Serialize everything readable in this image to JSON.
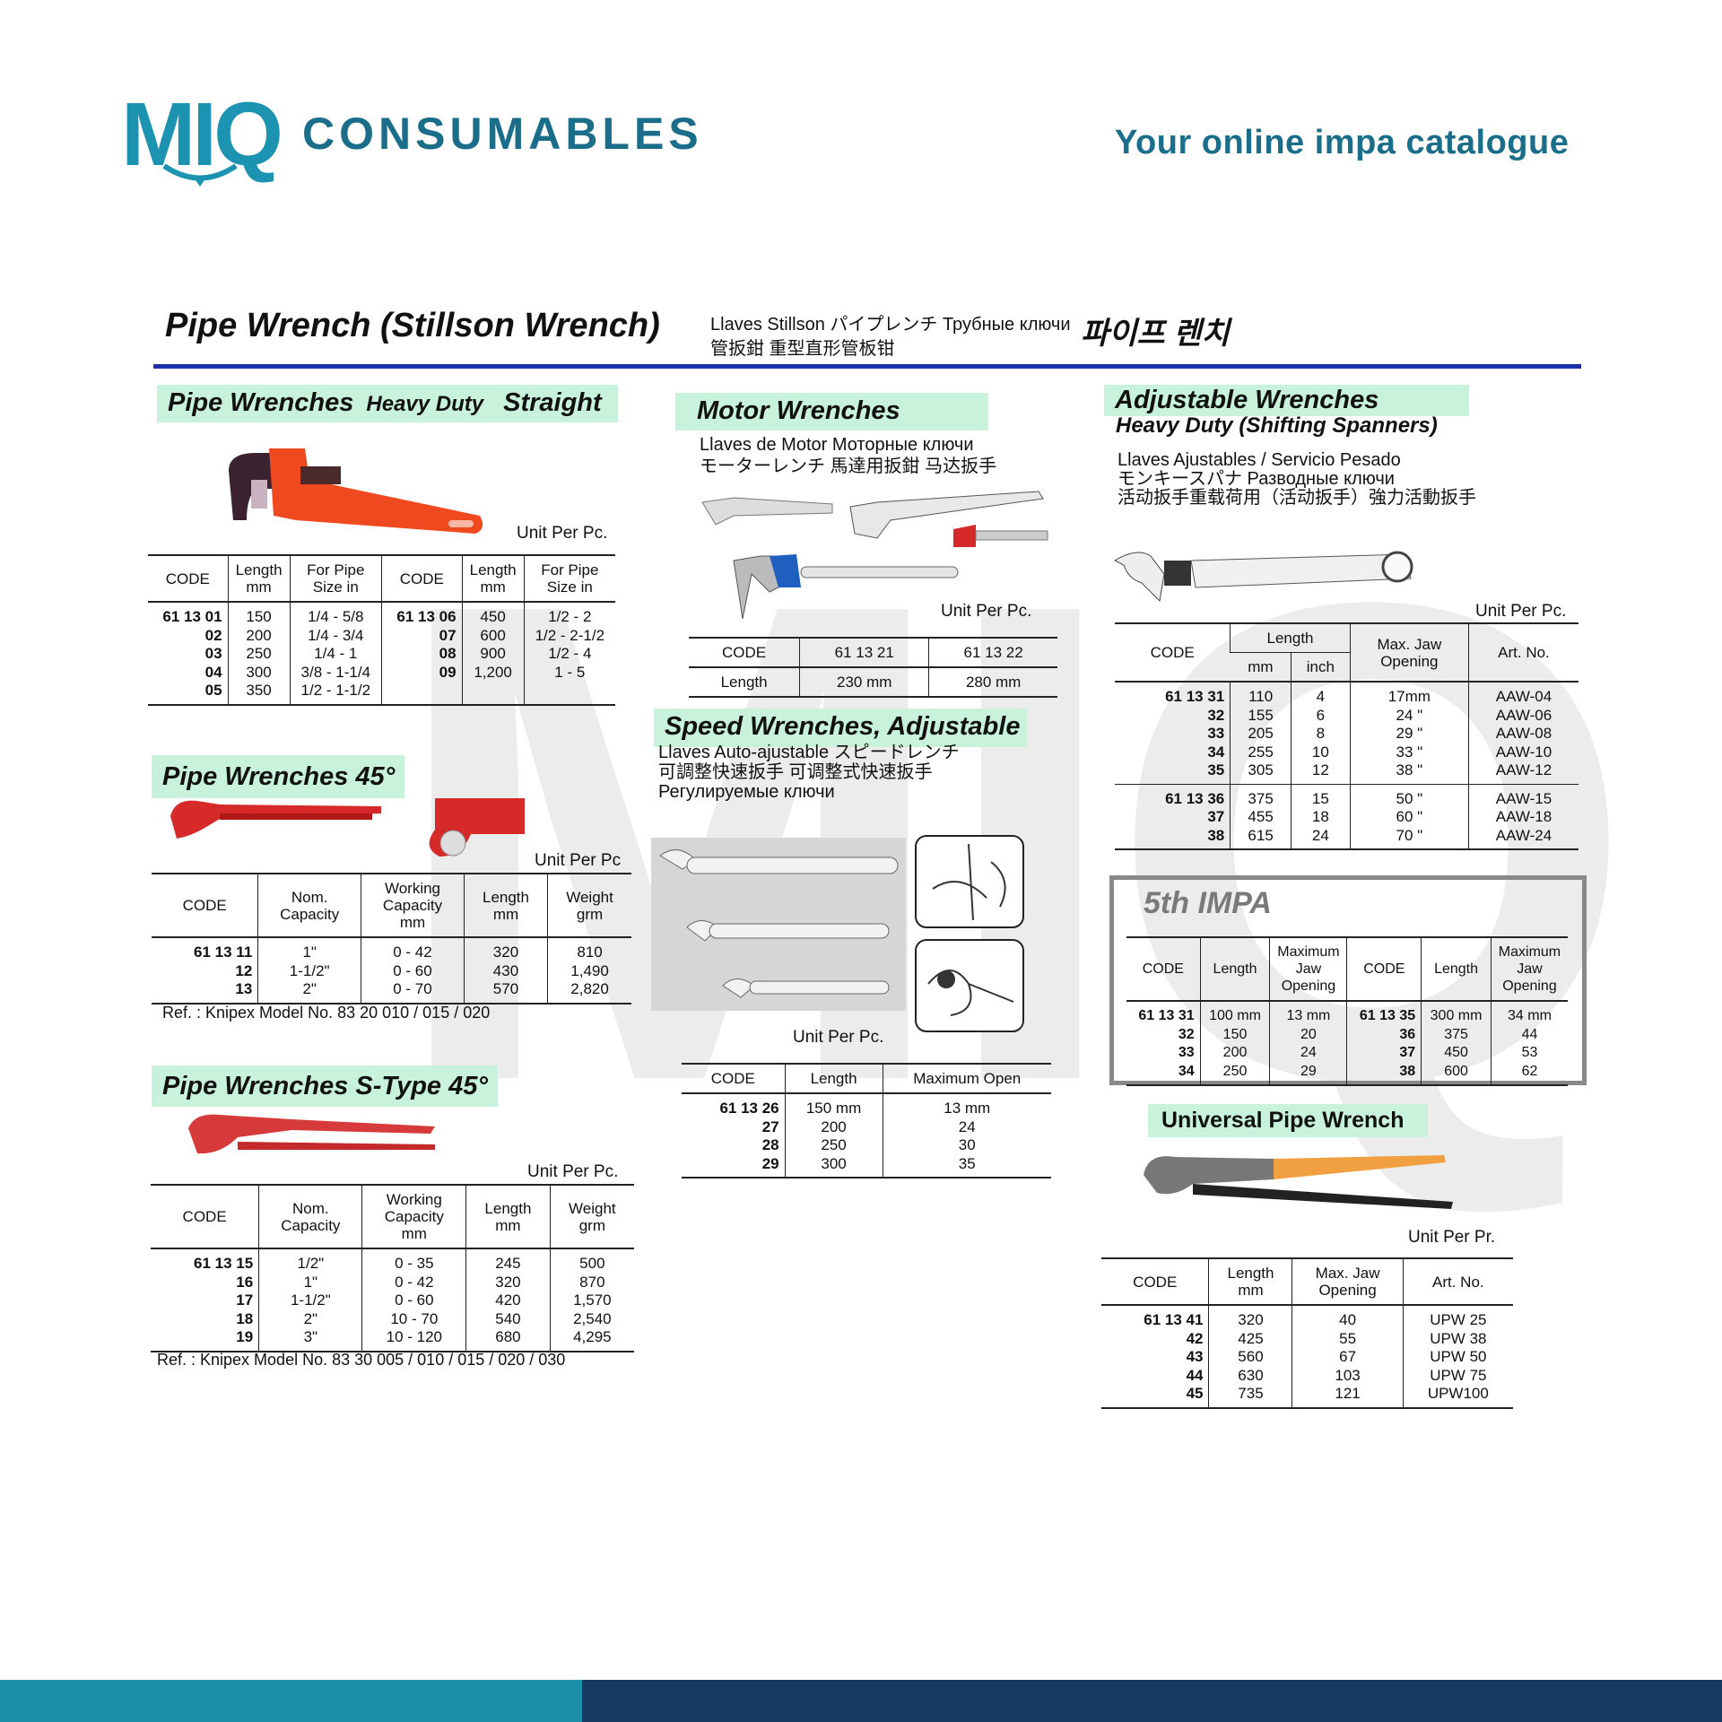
{
  "header": {
    "logo_mark": "MIQ",
    "logo_text": "CONSUMABLES",
    "tagline": "Your online impa catalogue"
  },
  "page": {
    "title": "Pipe Wrench (Stillson Wrench)",
    "translations_line1": "Llaves Stillson  パイプレンチ  Трубные ключи",
    "translations_line2": "管扳鉗  重型直形管板钳",
    "korean": "파이프 렌치"
  },
  "colors": {
    "accent_rule": "#1b2fa8",
    "section_bar": "#c9f2dc",
    "brand_teal": "#1c93b0",
    "footer_navy": "#173a63"
  },
  "sections": {
    "heavy_duty": {
      "title": "Pipe Wrenches",
      "title_sub": "Heavy Duty",
      "title_sub2": "Straight",
      "unit": "Unit Per Pc.",
      "table": {
        "headers": [
          "CODE",
          "Length\nmm",
          "For Pipe\nSize in",
          "CODE",
          "Length\nmm",
          "For Pipe\nSize in"
        ],
        "code_cols": [
          0,
          3
        ],
        "body": [
          [
            [
              "61 13 01",
              "02",
              "03",
              "04",
              "05"
            ],
            [
              "150",
              "200",
              "250",
              "300",
              "350"
            ],
            [
              "1/4 - 5/8",
              "1/4 - 3/4",
              "1/4 - 1",
              "3/8 - 1-1/4",
              "1/2 - 1-1/2"
            ],
            [
              "61 13 06",
              "07",
              "08",
              "09"
            ],
            [
              "450",
              "600",
              "900",
              "1,200"
            ],
            [
              "1/2 - 2",
              "1/2 - 2-1/2",
              "1/2 - 4",
              "1  - 5"
            ]
          ]
        ]
      }
    },
    "wrench_45": {
      "title": "Pipe Wrenches 45°",
      "unit": "Unit Per Pc",
      "ref": "Ref. : Knipex Model No. 83 20 010 / 015 / 020",
      "table": {
        "headers": [
          "CODE",
          "Nom.\nCapacity",
          "Working\nCapacity\nmm",
          "Length\nmm",
          "Weight\ngrm"
        ],
        "code_cols": [
          0
        ],
        "body": [
          [
            [
              "61 13 11",
              "12",
              "13"
            ],
            [
              "1\"",
              "1-1/2\"",
              "2\""
            ],
            [
              "0 - 42",
              "0 - 60",
              "0 - 70"
            ],
            [
              "320",
              "430",
              "570"
            ],
            [
              "810",
              "1,490",
              "2,820"
            ]
          ]
        ]
      }
    },
    "s_type": {
      "title": "Pipe Wrenches S-Type 45°",
      "unit": "Unit Per Pc.",
      "ref": "Ref. : Knipex Model No. 83 30 005 / 010 / 015 / 020 / 030",
      "table": {
        "headers": [
          "CODE",
          "Nom.\nCapacity",
          "Working\nCapacity\nmm",
          "Length\nmm",
          "Weight\ngrm"
        ],
        "code_cols": [
          0
        ],
        "body": [
          [
            [
              "61 13 15",
              "16",
              "17",
              "18",
              "19"
            ],
            [
              "1/2\"",
              "1\"",
              "1-1/2\"",
              "2\"",
              "3\""
            ],
            [
              "0  -  35",
              "0  -  42",
              "0  -  60",
              "10  -  70",
              "10  - 120"
            ],
            [
              "245",
              "320",
              "420",
              "540",
              "680"
            ],
            [
              "500",
              "870",
              "1,570",
              "2,540",
              "4,295"
            ]
          ]
        ]
      }
    },
    "motor": {
      "title": "Motor Wrenches",
      "line1": "Llaves de Motor  Моторные ключи",
      "line2": "モーターレンチ  馬達用扳鉗   马达扳手",
      "unit": "Unit Per Pc.",
      "table": {
        "headers": [
          "CODE",
          "61 13 21",
          "61 13 22"
        ],
        "code_cols": [],
        "body": [
          [
            [
              "Length"
            ],
            [
              "230 mm"
            ],
            [
              "280 mm"
            ]
          ]
        ]
      }
    },
    "speed": {
      "title": "Speed Wrenches, Adjustable",
      "line1": "Llaves Auto-ajustable  スピードレンチ",
      "line2": "可調整快速扳手  可调整式快速扳手",
      "line3": "Регулируемые ключи",
      "unit": "Unit Per Pc.",
      "table": {
        "headers": [
          "CODE",
          "Length",
          "Maximum Open"
        ],
        "code_cols": [
          0
        ],
        "body": [
          [
            [
              "61 13 26",
              "27",
              "28",
              "29"
            ],
            [
              "150 mm",
              "200",
              "250",
              "300"
            ],
            [
              "13 mm",
              "24",
              "30",
              "35"
            ]
          ]
        ]
      }
    },
    "adjustable": {
      "title": "Adjustable Wrenches",
      "subtitle": "Heavy Duty  (Shifting Spanners)",
      "line1": "Llaves Ajustables / Servicio Pesado",
      "line2": "モンキースパナ  Разводные ключи",
      "line3": "活动扳手重载荷用（活动扳手）強力活動扳手",
      "unit": "Unit Per Pc.",
      "table": {
        "headers": [
          {
            "label": "CODE"
          },
          {
            "label": "Length",
            "sub": [
              "mm",
              "inch"
            ]
          },
          {
            "label": "Max. Jaw\nOpening"
          },
          {
            "label": "Art. No."
          }
        ],
        "code_cols": [
          0
        ],
        "body": [
          [
            [
              "61 13 31",
              "32",
              "33",
              "34",
              "35"
            ],
            [
              "110",
              "155",
              "205",
              "255",
              "305"
            ],
            [
              "4",
              "6",
              "8",
              "10",
              "12"
            ],
            [
              "17mm",
              "24  \"",
              "29  \"",
              "33  \"",
              "38  \""
            ],
            [
              "AAW-04",
              "AAW-06",
              "AAW-08",
              "AAW-10",
              "AAW-12"
            ]
          ],
          [
            [
              "61 13 36",
              "37",
              "38"
            ],
            [
              "375",
              "455",
              "615"
            ],
            [
              "15",
              "18",
              "24"
            ],
            [
              "50  \"",
              "60  \"",
              "70  \""
            ],
            [
              "AAW-15",
              "AAW-18",
              "AAW-24"
            ]
          ]
        ]
      }
    },
    "impa5": {
      "title": "5th IMPA",
      "table": {
        "headers": [
          "CODE",
          "Length",
          "Maximum\nJaw\nOpening",
          "CODE",
          "Length",
          "Maximum\nJaw\nOpening"
        ],
        "code_cols": [
          0,
          3
        ],
        "body": [
          [
            [
              "61 13 31",
              "32",
              "33",
              "34"
            ],
            [
              "100 mm",
              "150",
              "200",
              "250"
            ],
            [
              "13 mm",
              "20",
              "24",
              "29"
            ],
            [
              "61 13 35",
              "36",
              "37",
              "38"
            ],
            [
              "300 mm",
              "375",
              "450",
              "600"
            ],
            [
              "34 mm",
              "44",
              "53",
              "62"
            ]
          ]
        ]
      }
    },
    "universal": {
      "title": "Universal Pipe Wrench",
      "unit": "Unit Per Pr.",
      "table": {
        "headers": [
          "CODE",
          "Length\nmm",
          "Max. Jaw\nOpening",
          "Art. No."
        ],
        "code_cols": [
          0
        ],
        "body": [
          [
            [
              "61 13 41",
              "42",
              "43",
              "44",
              "45"
            ],
            [
              "320",
              "425",
              "560",
              "630",
              "735"
            ],
            [
              "40",
              "55",
              "67",
              "103",
              "121"
            ],
            [
              "UPW  25",
              "UPW  38",
              "UPW  50",
              "UPW  75",
              "UPW100"
            ]
          ]
        ]
      }
    }
  }
}
